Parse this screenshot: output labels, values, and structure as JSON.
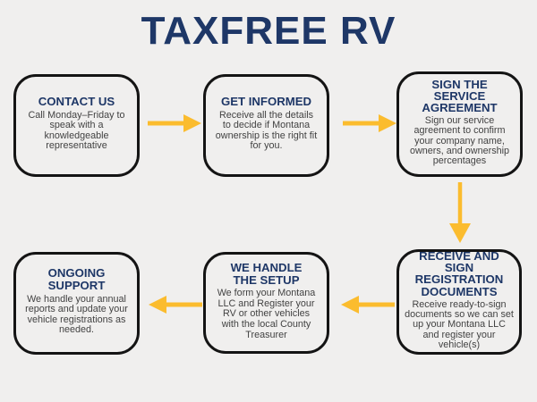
{
  "title": "TAXFREE RV",
  "colors": {
    "background": "#f0efee",
    "heading": "#1e3767",
    "body_text": "#424242",
    "box_border": "#141414",
    "arrow": "#fbbc2e"
  },
  "steps": [
    {
      "title": "CONTACT US",
      "description": "Call Monday–Friday to speak with a knowledgeable representative"
    },
    {
      "title": "GET INFORMED",
      "description": "Receive all the details to decide if Montana ownership is the right fit for you."
    },
    {
      "title": "SIGN THE SERVICE AGREEMENT",
      "description": "Sign our service agreement to confirm your company name, owners, and ownership percentages"
    },
    {
      "title": "RECEIVE AND SIGN REGISTRATION DOCUMENTS",
      "description": "Receive ready-to-sign documents so we can set up your Montana LLC and register your vehicle(s)"
    },
    {
      "title": "WE HANDLE THE SETUP",
      "description": "We form your Montana LLC and Register your RV or other vehicles with the local County Treasurer"
    },
    {
      "title": "ONGOING SUPPORT",
      "description": "We handle your annual reports and update your vehicle registrations as needed."
    }
  ],
  "arrows": [
    {
      "name": "arrow-right-1",
      "direction": "right"
    },
    {
      "name": "arrow-right-2",
      "direction": "right"
    },
    {
      "name": "arrow-down-1",
      "direction": "down"
    },
    {
      "name": "arrow-left-1",
      "direction": "left"
    },
    {
      "name": "arrow-left-2",
      "direction": "left"
    }
  ]
}
